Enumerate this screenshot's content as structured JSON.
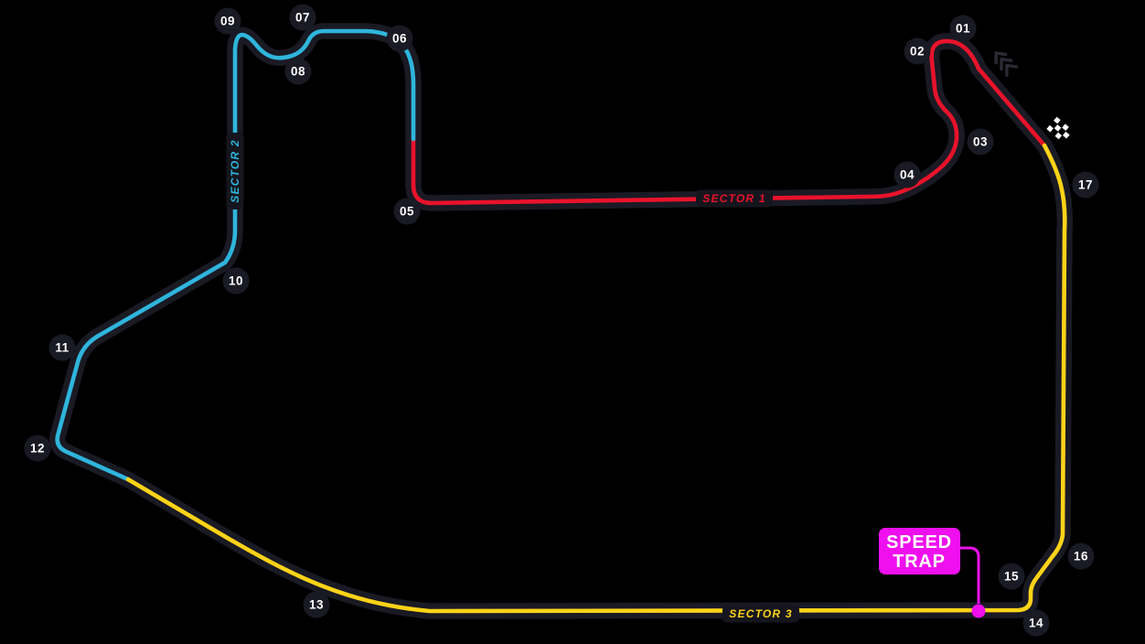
{
  "page": {
    "background": "#000000"
  },
  "track_map": {
    "colors": {
      "casing": "#1a1a24",
      "badge_bg": "#1a1a24",
      "badge_text": "#ffffff"
    },
    "sectors": [
      {
        "label": "SECTOR 1",
        "color": "#e8132b"
      },
      {
        "label": "SECTOR 2",
        "color": "#2fb5dc"
      },
      {
        "label": "SECTOR 3",
        "color": "#ffd318"
      }
    ],
    "turns": [
      {
        "label": "01"
      },
      {
        "label": "02"
      },
      {
        "label": "03"
      },
      {
        "label": "04"
      },
      {
        "label": "05"
      },
      {
        "label": "06"
      },
      {
        "label": "07"
      },
      {
        "label": "08"
      },
      {
        "label": "09"
      },
      {
        "label": "10"
      },
      {
        "label": "11"
      },
      {
        "label": "12"
      },
      {
        "label": "13"
      },
      {
        "label": "14"
      },
      {
        "label": "15"
      },
      {
        "label": "16"
      },
      {
        "label": "17"
      }
    ],
    "speed_trap": {
      "line1": "SPEED",
      "line2": "TRAP",
      "color": "#ef0fef"
    },
    "icons": {
      "start_finish": "checkered-flag-icon",
      "direction": "chevrons-icon"
    }
  }
}
